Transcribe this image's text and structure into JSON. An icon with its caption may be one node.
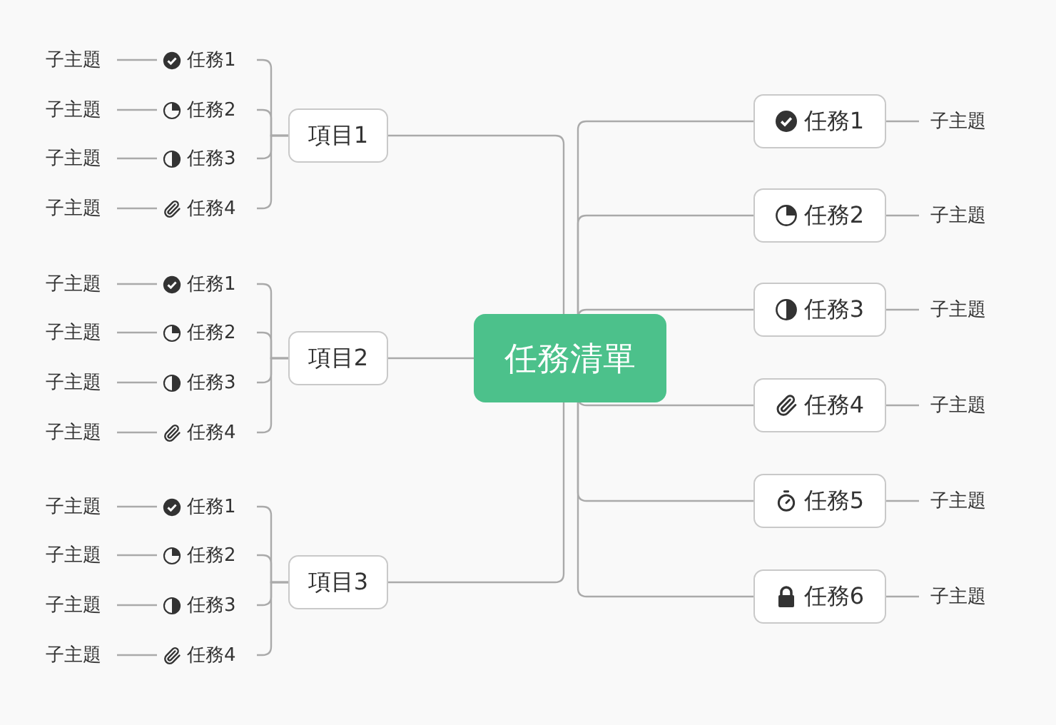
{
  "diagram": {
    "nodes": [
      {
        "text": [
          "任務清單"
        ]
      },
      {
        "text": [
          "項目1"
        ]
      },
      {
        "text": [
          "任務1"
        ]
      },
      {
        "text": [
          "子主題"
        ]
      },
      {
        "text": [
          "任務2"
        ]
      },
      {
        "text": [
          "子主題"
        ]
      },
      {
        "text": [
          "任務3"
        ]
      },
      {
        "text": [
          "子主題"
        ]
      },
      {
        "text": [
          "任務4"
        ]
      },
      {
        "text": [
          "子主題"
        ]
      },
      {
        "text": [
          "項目2"
        ]
      },
      {
        "text": [
          "任務1"
        ]
      },
      {
        "text": [
          "子主題"
        ]
      },
      {
        "text": [
          "任務2"
        ]
      },
      {
        "text": [
          "子主題"
        ]
      },
      {
        "text": [
          "任務3"
        ]
      },
      {
        "text": [
          "子主題"
        ]
      },
      {
        "text": [
          "任務4"
        ]
      },
      {
        "text": [
          "子主題"
        ]
      },
      {
        "text": [
          "項目3"
        ]
      },
      {
        "text": [
          "任務1"
        ]
      },
      {
        "text": [
          "子主題"
        ]
      },
      {
        "text": [
          "任務2"
        ]
      },
      {
        "text": [
          "子主題"
        ]
      },
      {
        "text": [
          "任務3"
        ]
      },
      {
        "text": [
          "子主題"
        ]
      },
      {
        "text": [
          "任務4"
        ]
      },
      {
        "text": [
          "子主題"
        ]
      },
      {
        "text": [
          "任務1"
        ]
      },
      {
        "text": [
          "子主題"
        ]
      },
      {
        "text": [
          "任務2"
        ]
      },
      {
        "text": [
          "子主題"
        ]
      },
      {
        "text": [
          "任務3"
        ]
      },
      {
        "text": [
          "子主題"
        ]
      },
      {
        "text": [
          "任務4"
        ]
      },
      {
        "text": [
          "子主題"
        ]
      },
      {
        "text": [
          "任務5"
        ]
      },
      {
        "text": [
          "子主題"
        ]
      },
      {
        "text": [
          "任務6"
        ]
      },
      {
        "text": [
          "子主題"
        ]
      }
    ],
    "edges": [
      {
        "from": 0,
        "to": 1,
        "arrow": "none"
      },
      {
        "from": 0,
        "to": 10,
        "arrow": "none"
      },
      {
        "from": 0,
        "to": 19,
        "arrow": "none"
      },
      {
        "from": 1,
        "to": 2,
        "arrow": "none"
      },
      {
        "from": 1,
        "to": 4,
        "arrow": "none"
      },
      {
        "from": 1,
        "to": 6,
        "arrow": "none"
      },
      {
        "from": 1,
        "to": 8,
        "arrow": "none"
      },
      {
        "from": 2,
        "to": 3,
        "arrow": "none"
      },
      {
        "from": 4,
        "to": 5,
        "arrow": "none"
      },
      {
        "from": 6,
        "to": 7,
        "arrow": "none"
      },
      {
        "from": 8,
        "to": 9,
        "arrow": "none"
      },
      {
        "from": 10,
        "to": 11,
        "arrow": "none"
      },
      {
        "from": 10,
        "to": 13,
        "arrow": "none"
      },
      {
        "from": 10,
        "to": 15,
        "arrow": "none"
      },
      {
        "from": 10,
        "to": 17,
        "arrow": "none"
      },
      {
        "from": 11,
        "to": 12,
        "arrow": "none"
      },
      {
        "from": 13,
        "to": 14,
        "arrow": "none"
      },
      {
        "from": 15,
        "to": 16,
        "arrow": "none"
      },
      {
        "from": 17,
        "to": 18,
        "arrow": "none"
      },
      {
        "from": 19,
        "to": 20,
        "arrow": "none"
      },
      {
        "from": 19,
        "to": 22,
        "arrow": "none"
      },
      {
        "from": 19,
        "to": 24,
        "arrow": "none"
      },
      {
        "from": 19,
        "to": 26,
        "arrow": "none"
      },
      {
        "from": 20,
        "to": 21,
        "arrow": "none"
      },
      {
        "from": 22,
        "to": 23,
        "arrow": "none"
      },
      {
        "from": 24,
        "to": 25,
        "arrow": "none"
      },
      {
        "from": 26,
        "to": 27,
        "arrow": "none"
      },
      {
        "from": 0,
        "to": 28,
        "arrow": "none"
      },
      {
        "from": 0,
        "to": 30,
        "arrow": "none"
      },
      {
        "from": 0,
        "to": 32,
        "arrow": "none"
      },
      {
        "from": 0,
        "to": 34,
        "arrow": "none"
      },
      {
        "from": 0,
        "to": 36,
        "arrow": "none"
      },
      {
        "from": 0,
        "to": 38,
        "arrow": "none"
      },
      {
        "from": 28,
        "to": 29,
        "arrow": "none"
      },
      {
        "from": 30,
        "to": 31,
        "arrow": "none"
      },
      {
        "from": 32,
        "to": 33,
        "arrow": "none"
      },
      {
        "from": 34,
        "to": 35,
        "arrow": "none"
      },
      {
        "from": 36,
        "to": 37,
        "arrow": "none"
      },
      {
        "from": 38,
        "to": 39,
        "arrow": "none"
      }
    ]
  }
}
